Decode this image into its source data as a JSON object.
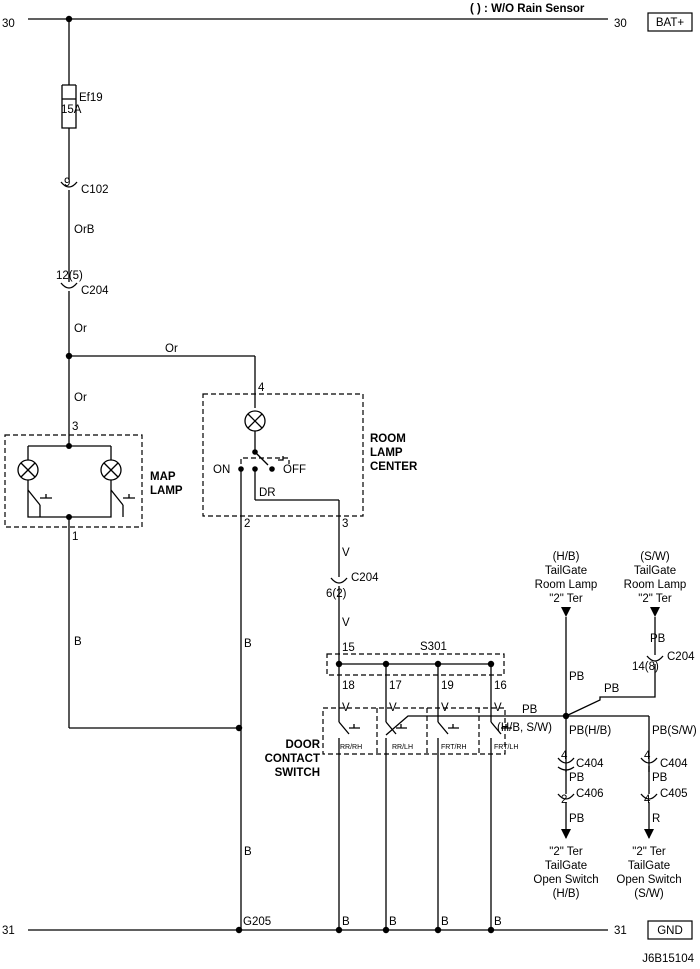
{
  "header": {
    "note": "( ) : W/O Rain Sensor"
  },
  "rails": {
    "bat_left": "30",
    "bat_right": "30",
    "bat_label": "BAT+",
    "gnd_left": "31",
    "gnd_right": "31",
    "gnd_label": "GND"
  },
  "fuse": {
    "name": "Ef19",
    "rating": "15A"
  },
  "connectors": {
    "c102_pin": "9",
    "c102": "C102",
    "c204_top_pin": "12(5)",
    "c204_top": "C204",
    "c204_mid_pin": "6(2)",
    "c204_mid": "C204",
    "c204_right_pin": "14(8)",
    "c204_right": "C204",
    "c404_left_pin": "4",
    "c404_left": "C404",
    "c404_right_pin": "4",
    "c404_right": "C404",
    "c406_pin": "2",
    "c406": "C406",
    "c405_pin": "4",
    "c405": "C405"
  },
  "wires": {
    "orb": "OrB",
    "or_1": "Or",
    "or_2": "Or",
    "or_3": "Or",
    "dr": "DR",
    "v_1": "V",
    "v_2": "V",
    "v_3": "V",
    "v_4": "V",
    "v_5": "V",
    "v_6": "V",
    "b_1": "B",
    "b_2": "B",
    "b_3": "B",
    "b_g1": "B",
    "b_g2": "B",
    "b_g3": "B",
    "b_g4": "B",
    "pb_1": "PB",
    "pb_2": "PB",
    "pb_3": "PB",
    "pb_4": "PB",
    "pb_hb_sw": "(H/B, S/W)",
    "pb_hb": "PB(H/B)",
    "pb_sw": "PB(S/W)",
    "pb_5": "PB",
    "pb_6": "PB",
    "pb_7": "PB",
    "r": "R"
  },
  "pins": {
    "map_3": "3",
    "map_1": "1",
    "room_4": "4",
    "room_3": "3",
    "room_2": "2",
    "s301_15": "15",
    "s301_18": "18",
    "s301_17": "17",
    "s301_19": "19",
    "s301_16": "16"
  },
  "components": {
    "map_lamp": [
      "MAP",
      "LAMP"
    ],
    "room_lamp": [
      "ROOM",
      "LAMP",
      "CENTER"
    ],
    "room_on": "ON",
    "room_off": "OFF",
    "splice": "S301",
    "door_switch": [
      "DOOR",
      "CONTACT",
      "SWITCH"
    ],
    "door_rr_rh": "RR/RH",
    "door_rr_lh": "RR/LH",
    "door_frt_rh": "FRT/RH",
    "door_frt_lh": "FRT/LH",
    "ground": "G205"
  },
  "refs": {
    "hb_room": [
      "(H/B)",
      "TailGate",
      "Room Lamp",
      "\"2\" Ter"
    ],
    "sw_room": [
      "(S/W)",
      "TailGate",
      "Room Lamp",
      "\"2\" Ter"
    ],
    "hb_open": [
      "\"2\" Ter",
      "TailGate",
      "Open Switch",
      "(H/B)"
    ],
    "sw_open": [
      "\"2\" Ter",
      "TailGate",
      "Open Switch",
      "(S/W)"
    ]
  },
  "footer": {
    "code": "J6B15104"
  }
}
